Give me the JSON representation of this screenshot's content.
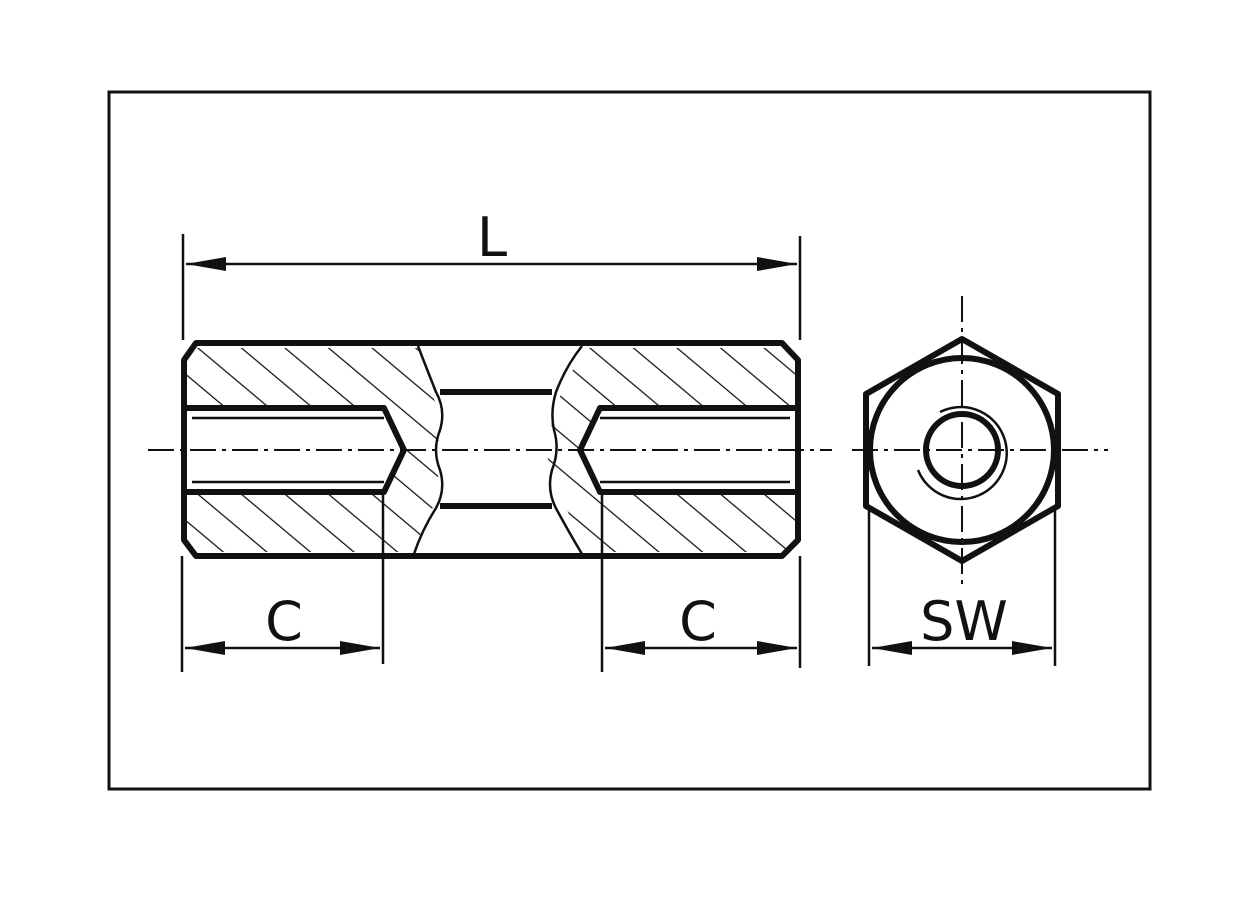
{
  "labels": {
    "length": "L",
    "thread_left": "C",
    "thread_right": "C",
    "wrench_size": "SW"
  },
  "colors": {
    "ink": "#111111",
    "paper": "#ffffff"
  }
}
